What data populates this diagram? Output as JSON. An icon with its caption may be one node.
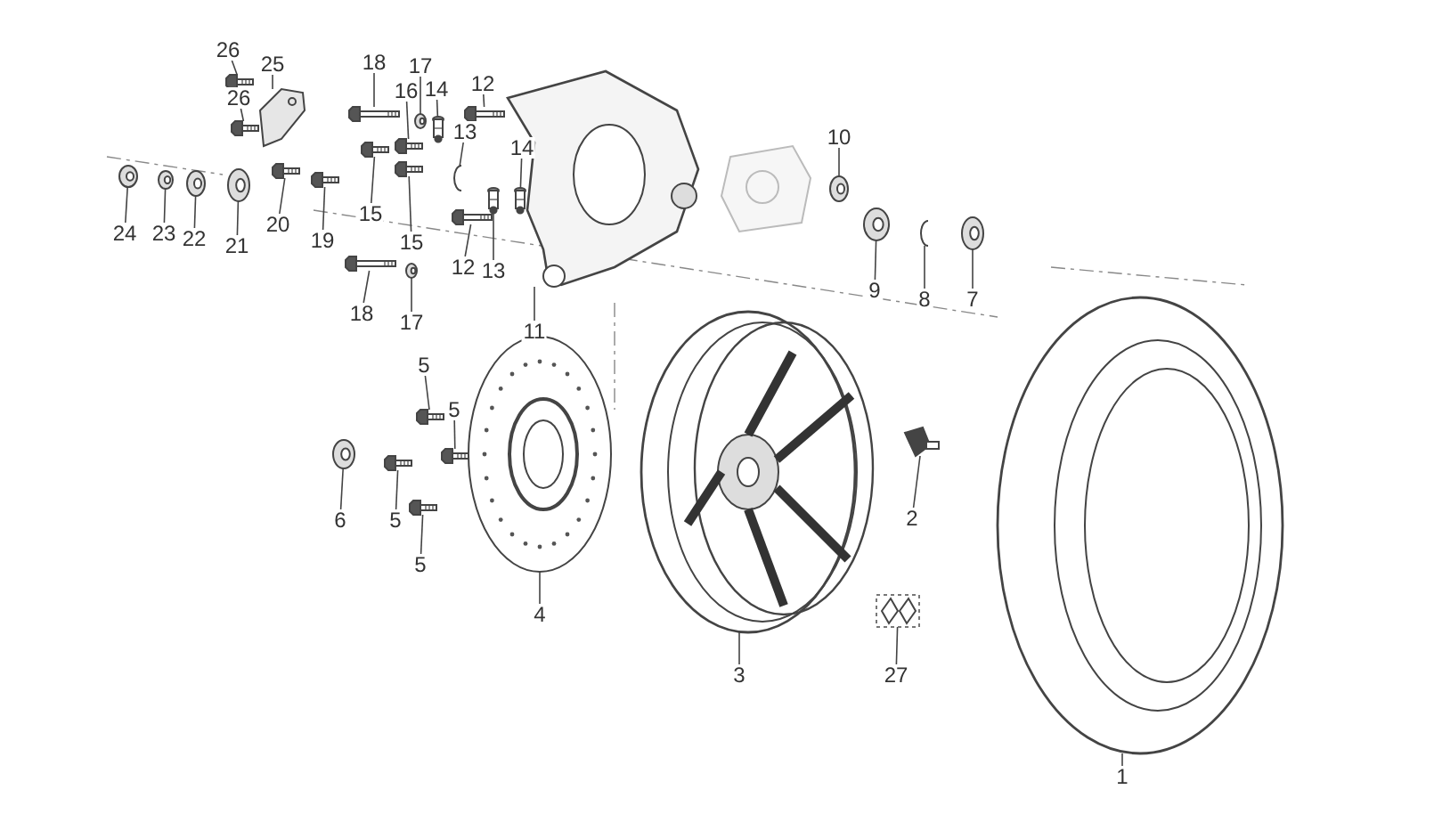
{
  "diagram": {
    "nodes": [
      {
        "text": [
          "26"
        ]
      },
      {
        "text": [
          "25"
        ]
      },
      {
        "text": [
          "18"
        ]
      },
      {
        "text": [
          "17"
        ]
      },
      {
        "text": [
          "16"
        ]
      },
      {
        "text": [
          "14"
        ]
      },
      {
        "text": [
          "12"
        ]
      },
      {
        "text": [
          "13"
        ]
      },
      {
        "text": [
          "26"
        ]
      },
      {
        "text": [
          "10"
        ]
      },
      {
        "text": [
          "14"
        ]
      },
      {
        "text": [
          "24"
        ]
      },
      {
        "text": [
          "23"
        ]
      },
      {
        "text": [
          "22"
        ]
      },
      {
        "text": [
          "21"
        ]
      },
      {
        "text": [
          "20"
        ]
      },
      {
        "text": [
          "19"
        ]
      },
      {
        "text": [
          "15"
        ]
      },
      {
        "text": [
          "15"
        ]
      },
      {
        "text": [
          "12"
        ]
      },
      {
        "text": [
          "13"
        ]
      },
      {
        "text": [
          "9"
        ]
      },
      {
        "text": [
          "8"
        ]
      },
      {
        "text": [
          "7"
        ]
      },
      {
        "text": [
          "18"
        ]
      },
      {
        "text": [
          "17"
        ]
      },
      {
        "text": [
          "11"
        ]
      },
      {
        "text": [
          "5"
        ]
      },
      {
        "text": [
          "5"
        ]
      },
      {
        "text": [
          "6"
        ]
      },
      {
        "text": [
          "5"
        ]
      },
      {
        "text": [
          "5"
        ]
      },
      {
        "text": [
          "2"
        ]
      },
      {
        "text": [
          "4"
        ]
      },
      {
        "text": [
          "3"
        ]
      },
      {
        "text": [
          "27"
        ]
      },
      {
        "text": [
          "1"
        ]
      },
      {
        "text": [],
        "shape": "picture"
      },
      {
        "text": [],
        "shape": "picture"
      },
      {
        "text": [],
        "shape": "picture"
      },
      {
        "text": [],
        "shape": "picture"
      },
      {
        "text": [],
        "shape": "picture"
      },
      {
        "text": [],
        "shape": "picture"
      },
      {
        "text": [],
        "shape": "picture"
      },
      {
        "text": [],
        "shape": "picture"
      },
      {
        "text": [],
        "shape": "picture"
      },
      {
        "text": [],
        "shape": "picture"
      },
      {
        "text": [],
        "shape": "picture"
      },
      {
        "text": [],
        "shape": "picture"
      },
      {
        "text": [],
        "shape": "picture"
      },
      {
        "text": [],
        "shape": "picture"
      },
      {
        "text": [],
        "shape": "picture"
      },
      {
        "text": [],
        "shape": "picture"
      },
      {
        "text": [],
        "shape": "picture"
      },
      {
        "text": [],
        "shape": "picture"
      },
      {
        "text": [],
        "shape": "picture"
      },
      {
        "text": [],
        "shape": "picture"
      },
      {
        "text": [],
        "shape": "picture"
      },
      {
        "text": [],
        "shape": "picture"
      },
      {
        "text": [],
        "shape": "picture"
      },
      {
        "text": [],
        "shape": "picture"
      },
      {
        "text": [],
        "shape": "picture"
      },
      {
        "text": [],
        "shape": "picture"
      },
      {
        "text": [],
        "shape": "picture"
      },
      {
        "text": [],
        "shape": "picture"
      },
      {
        "text": [],
        "shape": "picture"
      },
      {
        "text": [],
        "shape": "picture"
      },
      {
        "text": [],
        "shape": "picture"
      },
      {
        "text": [],
        "shape": "picture"
      },
      {
        "text": [],
        "shape": "picture"
      },
      {
        "text": [],
        "shape": "picture"
      },
      {
        "text": [],
        "shape": "picture"
      },
      {
        "text": [],
        "shape": "picture"
      },
      {
        "text": [],
        "shape": "picture"
      }
    ],
    "edges": [
      {
        "from": 0,
        "to": 37,
        "arrow": "none"
      },
      {
        "from": 1,
        "to": 38,
        "arrow": "none"
      },
      {
        "from": 2,
        "to": 39,
        "arrow": "none"
      },
      {
        "from": 3,
        "to": 40,
        "arrow": "none"
      },
      {
        "from": 4,
        "to": 41,
        "arrow": "none"
      },
      {
        "from": 5,
        "to": 42,
        "arrow": "none"
      },
      {
        "from": 6,
        "to": 43,
        "arrow": "none"
      },
      {
        "from": 7,
        "to": 44,
        "arrow": "none"
      },
      {
        "from": 8,
        "to": 45,
        "arrow": "none"
      },
      {
        "from": 9,
        "to": 46,
        "arrow": "none"
      },
      {
        "from": 10,
        "to": 47,
        "arrow": "none"
      },
      {
        "from": 11,
        "to": 48,
        "arrow": "none"
      },
      {
        "from": 12,
        "to": 49,
        "arrow": "none"
      },
      {
        "from": 13,
        "to": 50,
        "arrow": "none"
      },
      {
        "from": 14,
        "to": 51,
        "arrow": "none"
      },
      {
        "from": 15,
        "to": 52,
        "arrow": "none"
      },
      {
        "from": 16,
        "to": 53,
        "arrow": "none"
      },
      {
        "from": 17,
        "to": 54,
        "arrow": "none"
      },
      {
        "from": 18,
        "to": 55,
        "arrow": "none"
      },
      {
        "from": 19,
        "to": 56,
        "arrow": "none"
      },
      {
        "from": 20,
        "to": 57,
        "arrow": "none"
      },
      {
        "from": 21,
        "to": 58,
        "arrow": "none"
      },
      {
        "from": 22,
        "to": 59,
        "arrow": "none"
      },
      {
        "from": 23,
        "to": 60,
        "arrow": "none"
      },
      {
        "from": 24,
        "to": 61,
        "arrow": "none"
      },
      {
        "from": 25,
        "to": 62,
        "arrow": "none"
      },
      {
        "from": 26,
        "to": 63,
        "arrow": "none"
      },
      {
        "from": 27,
        "to": 64,
        "arrow": "none"
      },
      {
        "from": 28,
        "to": 65,
        "arrow": "none"
      },
      {
        "from": 29,
        "to": 66,
        "arrow": "none"
      },
      {
        "from": 30,
        "to": 67,
        "arrow": "none"
      },
      {
        "from": 31,
        "to": 68,
        "arrow": "none"
      },
      {
        "from": 32,
        "to": 69,
        "arrow": "none"
      },
      {
        "from": 33,
        "to": 70,
        "arrow": "none"
      },
      {
        "from": 34,
        "to": 71,
        "arrow": "none"
      },
      {
        "from": 35,
        "to": 72,
        "arrow": "none"
      },
      {
        "from": 36,
        "to": 73,
        "arrow": "none"
      }
    ]
  }
}
